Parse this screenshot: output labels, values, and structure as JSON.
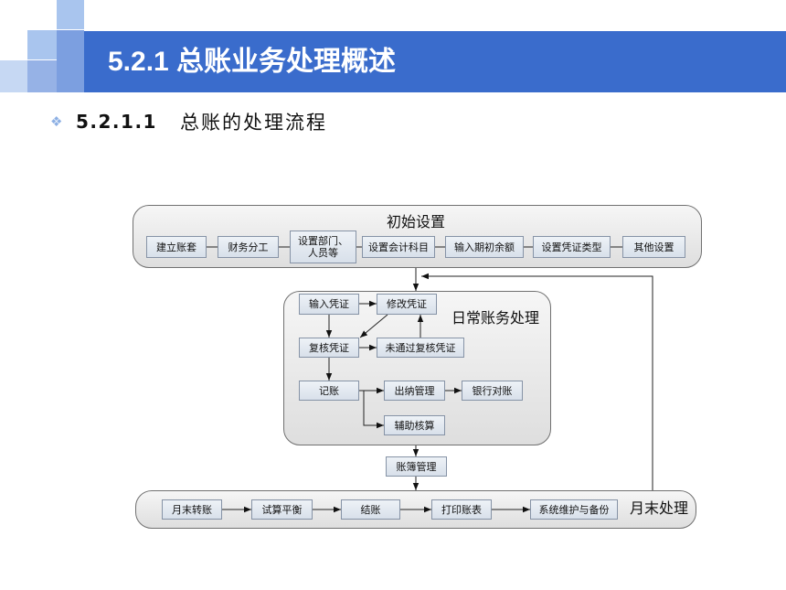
{
  "slide": {
    "title": "5.2.1 总账业务处理概述",
    "bullet_icon": "diamond-bullet-icon",
    "section_number": "5.2.1.1",
    "section_title": "总账的处理流程"
  },
  "diagram": {
    "initial_setup": {
      "title": "初始设置",
      "steps": [
        "建立账套",
        "财务分工",
        "设置部门、\n人员等",
        "设置会计科目",
        "输入期初余额",
        "设置凭证类型",
        "其他设置"
      ]
    },
    "daily_processing": {
      "title": "日常账务处理",
      "input_voucher": "输入凭证",
      "modify_voucher": "修改凭证",
      "review_voucher": "复核凭证",
      "rejected_voucher": "未通过复核凭证",
      "posting": "记账",
      "cashier": "出纳管理",
      "bank_reconciliation": "银行对账",
      "auxiliary_accounting": "辅助核算"
    },
    "ledger_management": "账簿管理",
    "month_end": {
      "title": "月末处理",
      "steps": [
        "月末转账",
        "试算平衡",
        "结账",
        "打印账表",
        "系统维护与备份"
      ]
    }
  },
  "theme": {
    "title_band": "#3a6ccc",
    "decor_light": "#a9c5ee",
    "decor_mid": "#7c9fe0",
    "decor_pale": "#c6d8f3",
    "bullet": "#8db0e4",
    "box_fill_top": "#eef2f7",
    "box_fill_bottom": "#d8e0ea",
    "box_border": "#8693a6",
    "group_border": "#707070"
  }
}
